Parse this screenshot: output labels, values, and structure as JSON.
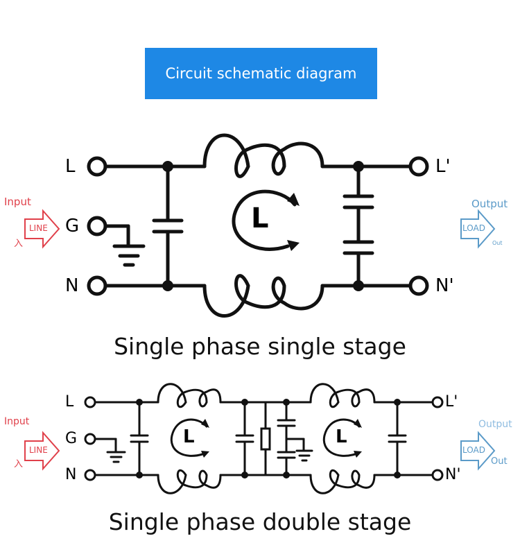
{
  "banner": {
    "title": "Circuit schematic diagram",
    "color": "#1e88e5"
  },
  "stage1": {
    "title": "Single phase single stage",
    "terminal_left": [
      "L",
      "G",
      "N"
    ],
    "terminal_right": [
      "L'",
      "N'"
    ],
    "inductor_symbol": "L",
    "input_label": "Input",
    "input_sub": "入",
    "input_badge": "LINE",
    "output_label": "Output",
    "output_badge": "LOAD",
    "output_sub": "Out"
  },
  "stage2": {
    "title": "Single phase double stage",
    "terminal_left": [
      "L",
      "G",
      "N"
    ],
    "terminal_right": [
      "L'",
      "N'"
    ],
    "inductor_symbol": "L",
    "input_label": "Input",
    "input_sub": "入",
    "input_badge": "LINE",
    "output_label": "Output",
    "output_badge": "LOAD",
    "output_sub": "Out"
  },
  "colors": {
    "input": "#e0404a",
    "output": "#5a9ac8",
    "wire": "#111111"
  }
}
